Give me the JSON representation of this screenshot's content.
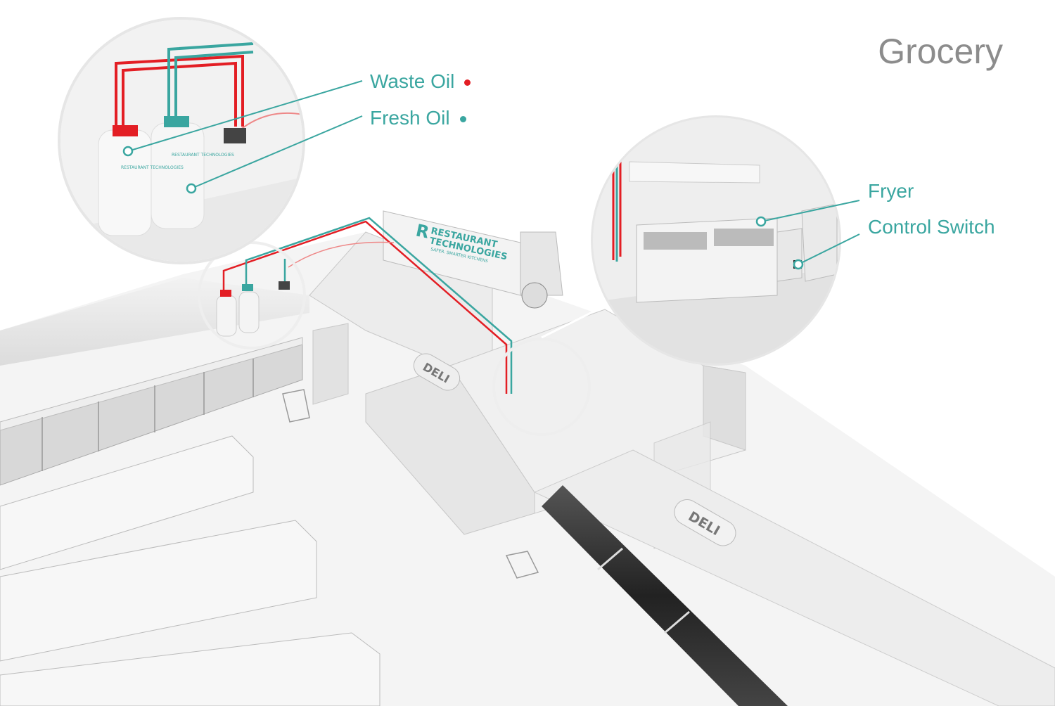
{
  "title": "Grocery",
  "colors": {
    "teal": "#3aa6a0",
    "red": "#e31e24",
    "title_gray": "#8c8c8c"
  },
  "legend": [
    {
      "label": "Waste Oil",
      "color": "#e31e24"
    },
    {
      "label": "Fresh Oil",
      "color": "#3aa6a0"
    }
  ],
  "callouts": [
    {
      "label": "Fryer"
    },
    {
      "label": "Control Switch"
    }
  ],
  "truck": {
    "brand_line1": "RESTAURANT",
    "brand_line2": "TECHNOLOGIES",
    "tagline": "SAFER. SMARTER KITCHENS"
  },
  "tank_logo": "RESTAURANT TECHNOLOGIES",
  "signs": {
    "deli_counter": "DELI",
    "deli_wall": "DELI"
  }
}
